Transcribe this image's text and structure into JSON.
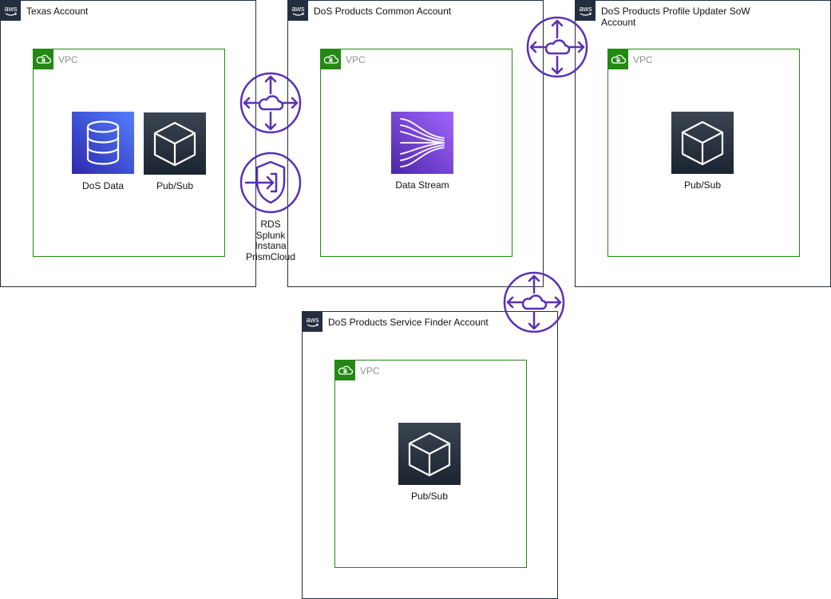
{
  "accounts": {
    "texas": {
      "title": "Texas Account"
    },
    "common": {
      "title": "DoS Products Common Account"
    },
    "profile_updater": {
      "title": "DoS Products Profile Updater SoW\n Account"
    },
    "service_finder": {
      "title": "DoS Products Service Finder Account"
    }
  },
  "vpc_label": "VPC",
  "aws_badge_text": "aws",
  "services": {
    "texas_db": {
      "label": "DoS Data",
      "icon": "database-icon",
      "color": "#3b48cc"
    },
    "texas_pubsub": {
      "label": "Pub/Sub",
      "icon": "cube-icon",
      "color": "#232f3e"
    },
    "common_stream": {
      "label": "Data Stream",
      "icon": "kinesis-stream-icon",
      "color": "#8c4fff"
    },
    "profile_pubsub": {
      "label": "Pub/Sub",
      "icon": "cube-icon",
      "color": "#232f3e"
    },
    "finder_pubsub": {
      "label": "Pub/Sub",
      "icon": "cube-icon",
      "color": "#232f3e"
    }
  },
  "endpoint_caption": [
    "RDS",
    "Splunk",
    "Instana",
    "PrismCloud"
  ],
  "colors": {
    "account_border": "#232f3e",
    "vpc_border": "#248814",
    "gateway": "#5a30b5"
  }
}
